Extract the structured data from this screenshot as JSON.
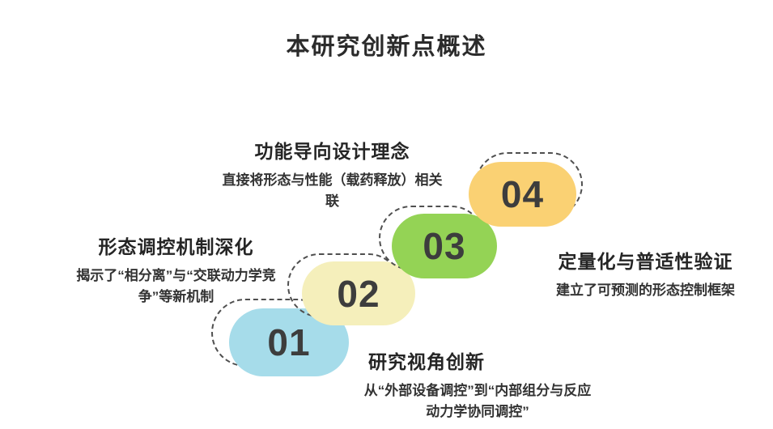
{
  "page": {
    "title": "本研究创新点概述",
    "background": "#ffffff",
    "text_color": "#2b2b2b"
  },
  "steps": [
    {
      "number": "01",
      "color": "#a6dcea",
      "title": "研究视角创新",
      "description": "从“外部设备调控”到“内部组分与反应动力学协同调控”"
    },
    {
      "number": "02",
      "color": "#f5efbb",
      "title": "形态调控机制深化",
      "description": "揭示了“相分离”与“交联动力学竞争”等新机制"
    },
    {
      "number": "03",
      "color": "#94d355",
      "title": "功能导向设计理念",
      "description": "直接将形态与性能（载药释放）相关联"
    },
    {
      "number": "04",
      "color": "#fad173",
      "title": "定量化与普适性验证",
      "description": "建立了可预测的形态控制框架"
    }
  ]
}
